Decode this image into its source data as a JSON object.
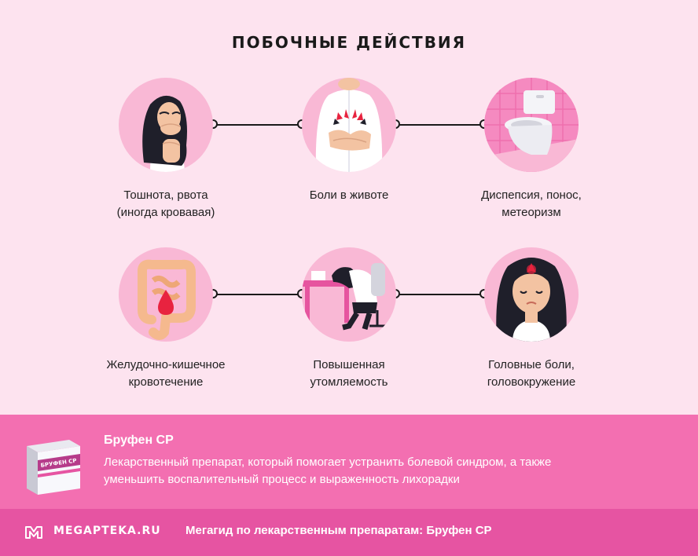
{
  "title": "ПОБОЧНЫЕ ДЕЙСТВИЯ",
  "effects": [
    {
      "lines": [
        "Тошнота, рвота",
        "(иногда кровавая)"
      ],
      "icon": "nausea-woman-icon"
    },
    {
      "lines": [
        "Боли в животе"
      ],
      "icon": "stomach-pain-icon"
    },
    {
      "lines": [
        "Диспепсия, понос,",
        "метеоризм"
      ],
      "icon": "toilet-icon"
    },
    {
      "lines": [
        "Желудочно-кишечное",
        "кровотечение"
      ],
      "icon": "intestine-bleeding-icon"
    },
    {
      "lines": [
        "Повышенная",
        "утомляемость"
      ],
      "icon": "fatigue-desk-icon"
    },
    {
      "lines": [
        "Головные боли,",
        "головокружение"
      ],
      "icon": "headache-woman-icon"
    }
  ],
  "product": {
    "name": "Бруфен СР",
    "box_label": "БРУФЕН СР",
    "description_lines": [
      "Лекарственный препарат, который помогает устранить болевой синдром, а также",
      "уменьшить воспалительный процесс и выраженность лихорадки"
    ]
  },
  "footer": {
    "site": "MEGAPTEKA.RU",
    "tagline": "Мегагид по лекарственным препаратам: Бруфен СР"
  },
  "colors": {
    "background": "#fde3ef",
    "circle": "#f9b8d5",
    "product_band": "#f36fb1",
    "footer_band": "#e654a2",
    "accent_red": "#e8233f"
  }
}
